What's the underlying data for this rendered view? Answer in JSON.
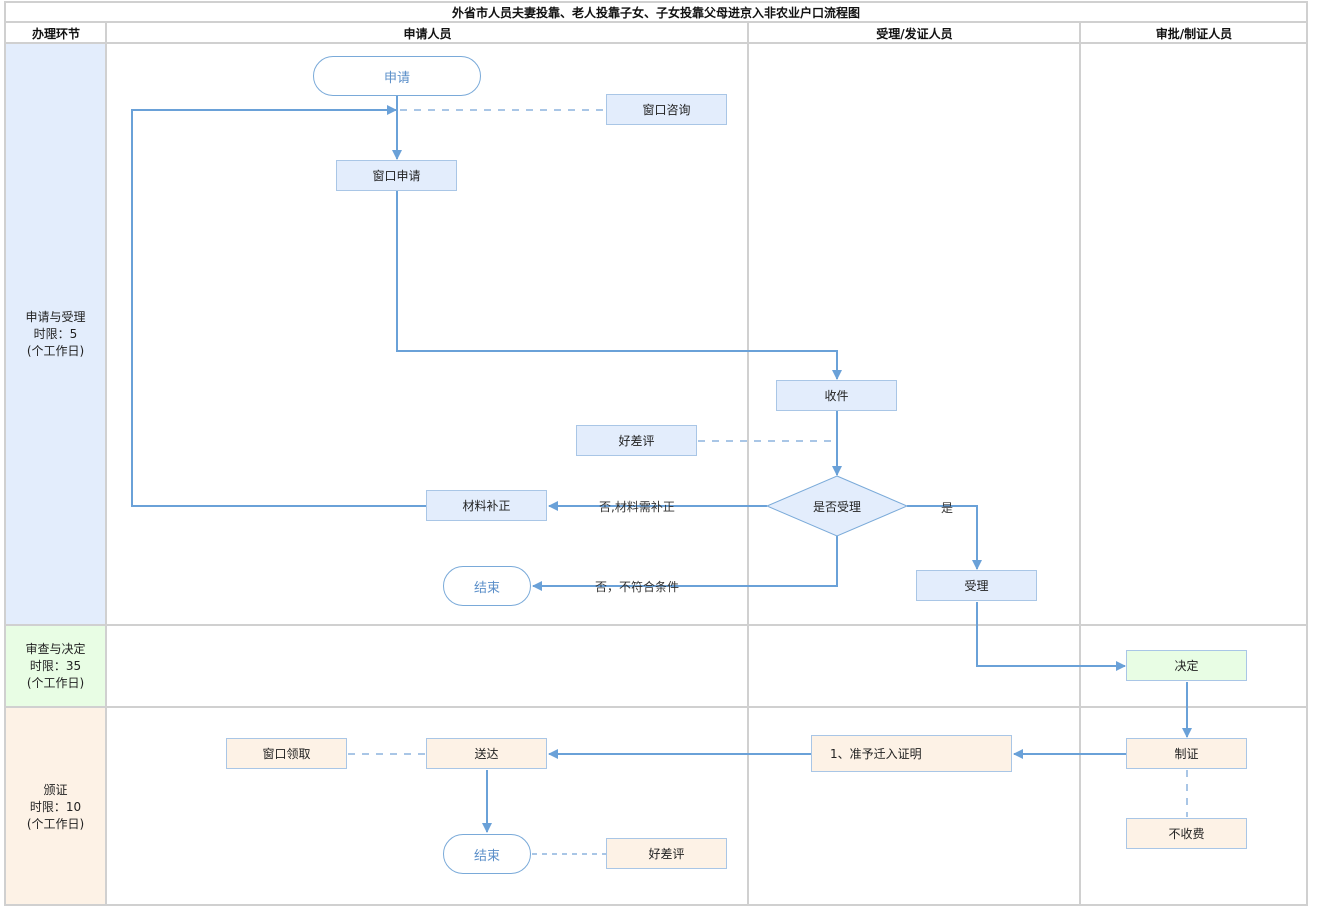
{
  "title": "外省市人员夫妻投靠、老人投靠子女、子女投靠父母进京入非农业户口流程图",
  "columns": {
    "phase": "办理环节",
    "applicant": "申请人员",
    "acceptor": "受理/发证人员",
    "approver": "审批/制证人员"
  },
  "phases": [
    {
      "name": "申请与受理",
      "limit": "时限：5",
      "unit": "(个工作日)",
      "color": "#e3edfc"
    },
    {
      "name": "审查与决定",
      "limit": "时限：35",
      "unit": "(个工作日)",
      "color": "#e8fde4"
    },
    {
      "name": "颁证",
      "limit": "时限：10",
      "unit": "(个工作日)",
      "color": "#fdf2e6"
    }
  ],
  "nodes": {
    "start": "申请",
    "window_consult": "窗口咨询",
    "window_apply": "窗口申请",
    "receive": "收件",
    "rating_1": "好差评",
    "decision": "是否受理",
    "supplement": "材料补正",
    "end_1": "结束",
    "accept": "受理",
    "decide": "决定",
    "make_cert": "制证",
    "no_fee": "不收费",
    "permit": "1、准予迁入证明",
    "deliver": "送达",
    "window_pickup": "窗口领取",
    "end_2": "结束",
    "rating_2": "好差评"
  },
  "edge_labels": {
    "no_supplement": "否,材料需补正",
    "no_unqualified": "否，不符合条件",
    "yes": "是"
  },
  "colors": {
    "grid": "#d0d0d0",
    "connector": "#6aa1d8",
    "dashed": "#a9c6e6"
  }
}
